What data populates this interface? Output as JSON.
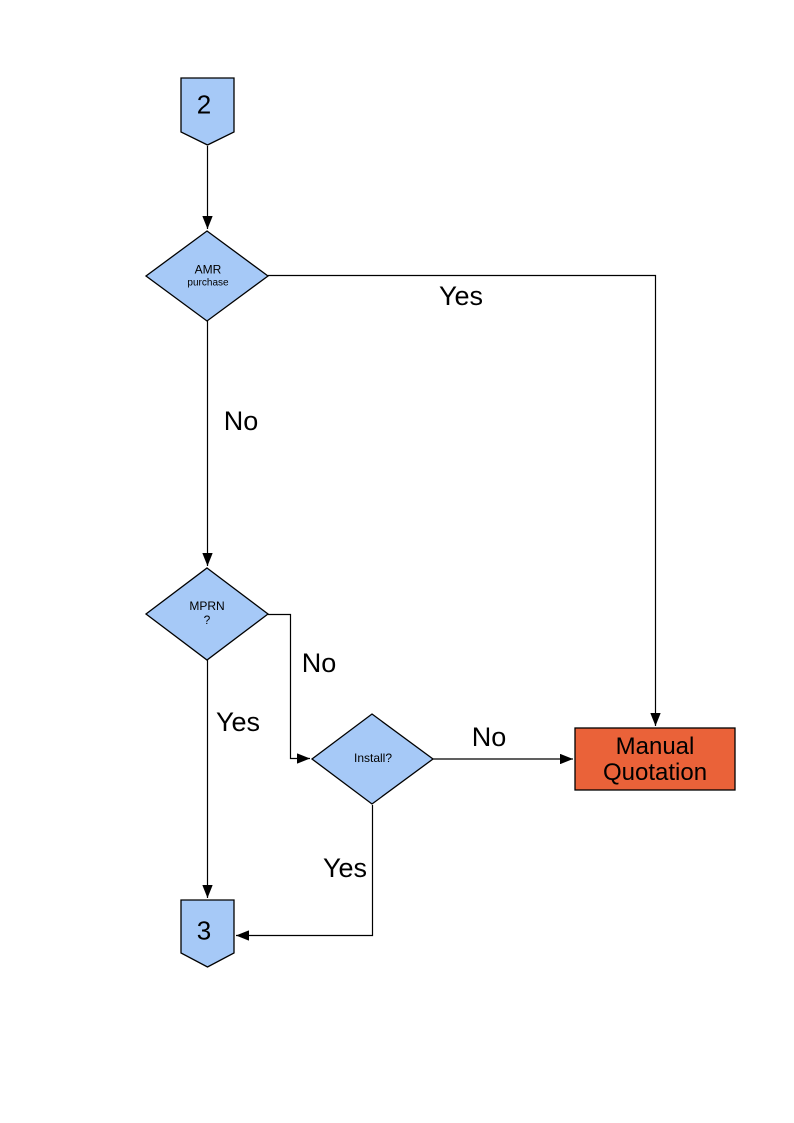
{
  "diagram": {
    "nodes": {
      "connector_top": {
        "label": "2"
      },
      "amr_decision": {
        "line1": "AMR",
        "line2": "purchase"
      },
      "mprn_decision": {
        "line1": "MPRN",
        "line2": "?"
      },
      "install_decision": {
        "label": "Install?"
      },
      "manual_quotation": {
        "line1": "Manual",
        "line2": "Quotation"
      },
      "connector_bottom": {
        "label": "3"
      }
    },
    "edge_labels": {
      "amr_yes": "Yes",
      "amr_no": "No",
      "mprn_no": "No",
      "mprn_yes": "Yes",
      "install_no": "No",
      "install_yes": "Yes"
    },
    "colors": {
      "node_fill": "#A6C9F7",
      "node_border": "#000000",
      "alert_fill": "#EA6239",
      "line": "#000000",
      "background": "#FFFFFF"
    }
  }
}
